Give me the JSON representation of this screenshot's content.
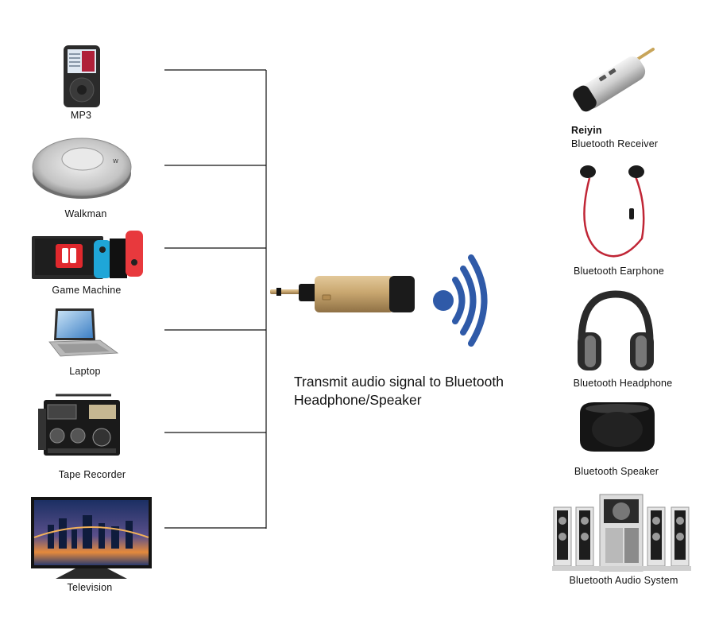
{
  "sources": {
    "mp3": "MP3",
    "walkman": "Walkman",
    "game": "Game Machine",
    "laptop": "Laptop",
    "tape": "Tape Recorder",
    "tv": "Television"
  },
  "receivers": {
    "brand": "Reiyin",
    "receiver": "Bluetooth Receiver",
    "earphone": "Bluetooth Earphone",
    "headphone": "Bluetooth Headphone",
    "speaker": "Bluetooth Speaker",
    "audio_system": "Bluetooth Audio System"
  },
  "caption": {
    "line1": "Transmit audio signal to Bluetooth",
    "line2": "Headphone/Speaker"
  },
  "colors": {
    "wireless": "#2f5aa8",
    "transmitter": "#c9a770",
    "lines": "#111111"
  }
}
